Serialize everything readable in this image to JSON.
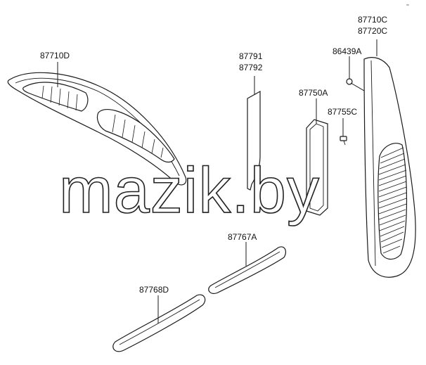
{
  "diagram": {
    "corner_mark": "ᵈᵖ",
    "watermark": "mazik.by",
    "parts": [
      {
        "id": "spoiler-rear",
        "label": "87710D"
      },
      {
        "id": "moulding-a",
        "label_line1": "87791",
        "label_line2": "87792"
      },
      {
        "id": "side-panel",
        "label_line1": "87710C",
        "label_line2": "87720C"
      },
      {
        "id": "clip",
        "label": "86439A"
      },
      {
        "id": "bracket",
        "label": "87750A"
      },
      {
        "id": "screw",
        "label": "87755C"
      },
      {
        "id": "strip-upper",
        "label": "87767A"
      },
      {
        "id": "strip-lower",
        "label": "87768D"
      }
    ]
  }
}
